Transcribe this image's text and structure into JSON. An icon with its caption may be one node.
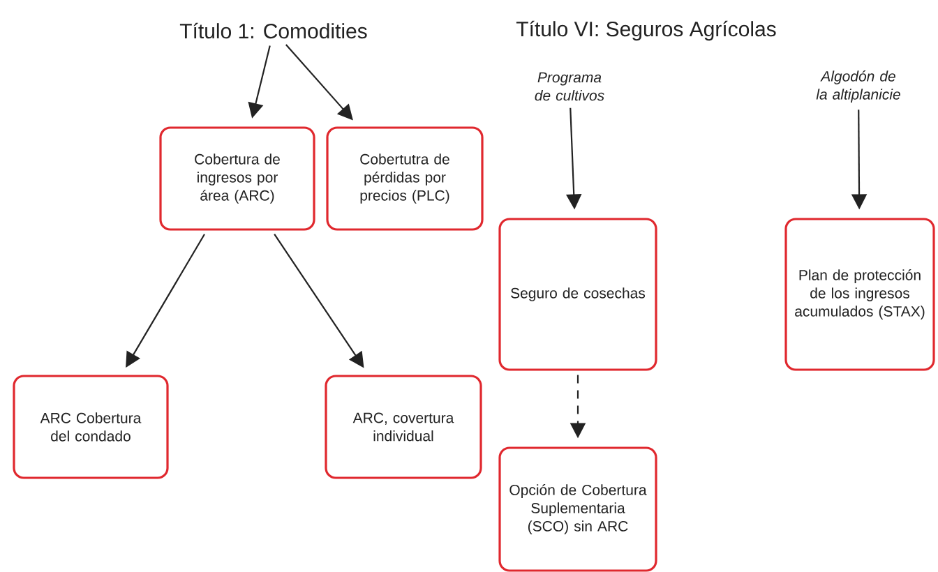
{
  "diagram": {
    "nodes": [
      {
        "text": [
          "Título 1: Comodities"
        ]
      },
      {
        "text": [
          "Programa de cultivos"
        ]
      },
      {
        "text": [
          "Algodón de la altiplanicie"
        ]
      },
      {
        "text": [
          "Cobertura de ingresos por área (ARC)"
        ]
      },
      {
        "text": [
          "Cobertutra de pérdidas por precios (PLC)"
        ]
      },
      {
        "text": [
          "Seguro de cosechas"
        ]
      },
      {
        "text": [
          "Plan de protección de los ingresos acumulados (STAX)"
        ]
      },
      {
        "text": [
          "ARC Cobertura del condado"
        ]
      },
      {
        "text": [
          "ARC, covertura individual"
        ]
      },
      {
        "text": [
          "Opción de Cobertura Suplementaria (SCO) sin ARC"
        ]
      }
    ],
    "edges": [
      {
        "from": 0,
        "to": 3,
        "arrow": "to"
      },
      {
        "from": 0,
        "to": 4,
        "arrow": "to"
      },
      {
        "from": 1,
        "to": 5,
        "arrow": "to"
      },
      {
        "from": 2,
        "to": 6,
        "arrow": "to"
      },
      {
        "from": 3,
        "to": 7,
        "arrow": "to"
      },
      {
        "from": 3,
        "to": 8,
        "arrow": "to"
      },
      {
        "from": 5,
        "to": 9,
        "arrow": "to",
        "style": "dashed"
      }
    ],
    "labels": [
      "Título VI: Seguros Agrícolas"
    ]
  }
}
